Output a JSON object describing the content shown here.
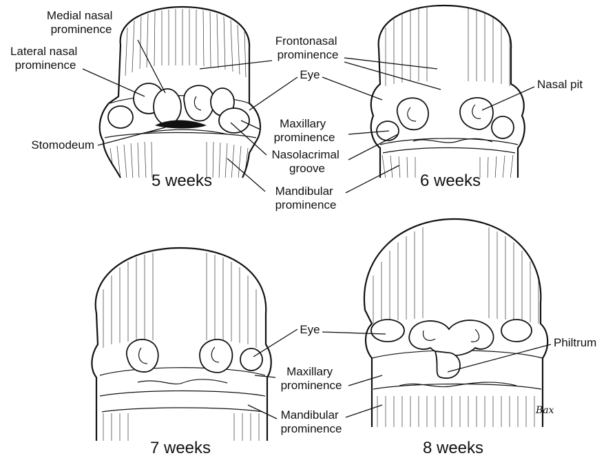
{
  "panels": [
    {
      "caption": "5 weeks"
    },
    {
      "caption": "6 weeks"
    },
    {
      "caption": "7 weeks"
    },
    {
      "caption": "8 weeks"
    }
  ],
  "labels": {
    "medial_nasal": [
      "Medial nasal",
      "prominence"
    ],
    "lateral_nasal": [
      "Lateral nasal",
      "prominence"
    ],
    "frontonasal": [
      "Frontonasal",
      "prominence"
    ],
    "eye_top": "Eye",
    "nasal_pit": "Nasal pit",
    "maxillary_top": [
      "Maxillary",
      "prominence"
    ],
    "stomodeum": "Stomodeum",
    "nasolacrimal": [
      "Nasolacrimal",
      "groove"
    ],
    "mandibular_top": [
      "Mandibular",
      "prominence"
    ],
    "eye_bottom": "Eye",
    "philtrum": "Philtrum",
    "maxillary_bottom": [
      "Maxillary",
      "prominence"
    ],
    "mandibular_bottom": [
      "Mandibular",
      "prominence"
    ],
    "signature": "Bax"
  }
}
